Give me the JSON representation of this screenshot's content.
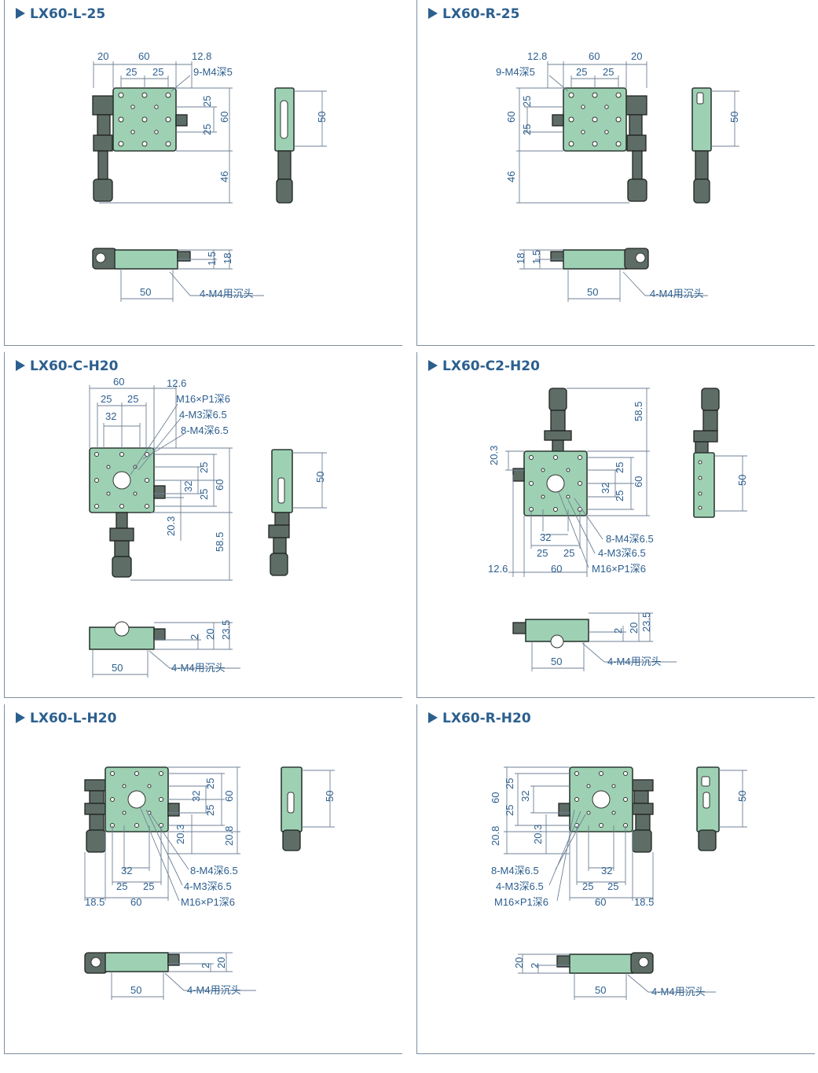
{
  "panels": [
    {
      "title": "LX60-L-25",
      "labels": {
        "d20": "20",
        "d60": "60",
        "d128": "12.8",
        "d25a": "25",
        "d25b": "25",
        "holes": "9-M4深5",
        "v25a": "25",
        "v25b": "25",
        "v60": "60",
        "v46": "46",
        "v50": "50",
        "s15": "1.5",
        "s18": "18",
        "b50": "50",
        "cs": "4-M4用沉头"
      }
    },
    {
      "title": "LX60-R-25",
      "labels": {
        "d20": "20",
        "d60": "60",
        "d128": "12.8",
        "d25a": "25",
        "d25b": "25",
        "holes": "9-M4深5",
        "v25a": "25",
        "v25b": "25",
        "v60": "60",
        "v46": "46",
        "v50": "50",
        "s15": "1.5",
        "s18": "18",
        "b50": "50",
        "cs": "4-M4用沉头"
      }
    },
    {
      "title": "LX60-C-H20",
      "labels": {
        "d60": "60",
        "d126": "12.6",
        "d25a": "25",
        "d25b": "25",
        "d32": "32",
        "n1": "M16×P1深6",
        "n2": "4-M3深6.5",
        "n3": "8-M4深6.5",
        "v25a": "25",
        "v25b": "25",
        "v32": "32",
        "v60": "60",
        "v203": "20.3",
        "v585": "58.5",
        "v50": "50",
        "s2": "2",
        "s20": "20",
        "s235": "23.5",
        "b50": "50",
        "cs": "4-M4用沉头"
      }
    },
    {
      "title": "LX60-C2-H20",
      "labels": {
        "v585": "58.5",
        "v203": "20.3",
        "v25a": "25",
        "v25b": "25",
        "v32": "32",
        "v60": "60",
        "n3": "8-M4深6.5",
        "n2": "4-M3深6.5",
        "n1": "M16×P1深6",
        "d32": "32",
        "d25a": "25",
        "d25b": "25",
        "d126": "12.6",
        "d60": "60",
        "v50": "50",
        "s2": "2",
        "s20": "20",
        "s235": "23.5",
        "b50": "50",
        "cs": "4-M4用沉头"
      }
    },
    {
      "title": "LX60-L-H20",
      "labels": {
        "v25a": "25",
        "v25b": "25",
        "v32": "32",
        "v60": "60",
        "v203": "20.3",
        "v208": "20.8",
        "d32": "32",
        "d25a": "25",
        "d25b": "25",
        "n3": "8-M4深6.5",
        "n2": "4-M3深6.5",
        "n1": "M16×P1深6",
        "d185": "18.5",
        "d60": "60",
        "v50": "50",
        "s2": "2",
        "s20": "20",
        "b50": "50",
        "cs": "4-M4用沉头"
      }
    },
    {
      "title": "LX60-R-H20",
      "labels": {
        "v60": "60",
        "v25a": "25",
        "v25b": "25",
        "v32": "32",
        "v208": "20.8",
        "v203": "20.3",
        "n3": "8-M4深6.5",
        "n2": "4-M3深6.5",
        "n1": "M16×P1深6",
        "d32": "32",
        "d25a": "25",
        "d25b": "25",
        "d60": "60",
        "d185": "18.5",
        "v50": "50",
        "s2": "2",
        "s20": "20",
        "b50": "50",
        "cs": "4-M4用沉头"
      }
    }
  ]
}
